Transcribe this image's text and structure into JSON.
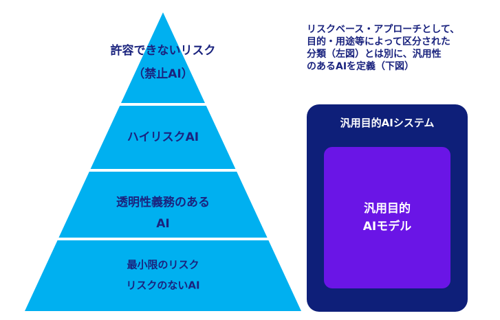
{
  "pyramid": {
    "colors": {
      "fill": "#00b0f0",
      "text": "#1a237e"
    },
    "tiers": [
      {
        "lines": [
          "許容できないリスク",
          "（禁止AI）"
        ]
      },
      {
        "lines": [
          "ハイリスクAI"
        ]
      },
      {
        "lines": [
          "透明性義務のある",
          "AI"
        ]
      },
      {
        "lines": [
          "最小限のリスク",
          "リスクのないAI"
        ]
      }
    ]
  },
  "note": {
    "text": "リスクベース・アプローチとして、\n目的・用途等によって区分された\n分類（左図）とは別に、汎用性\nのあるAIを定義（下図）"
  },
  "gp_system": {
    "title": "汎用目的AIシステム",
    "color": "#0e1f79",
    "model": {
      "line1": "汎用目的",
      "line2": "AIモデル",
      "color": "#6a15e6"
    }
  }
}
